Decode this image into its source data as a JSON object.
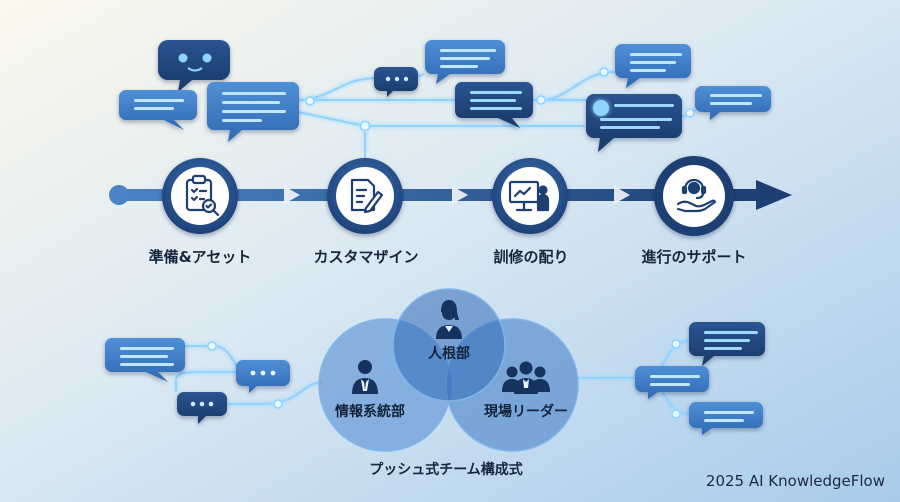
{
  "steps": [
    {
      "label": "準備&アセット",
      "icon": "clipboard-check-icon"
    },
    {
      "label": "カスタマザイン",
      "icon": "document-pen-icon"
    },
    {
      "label": "訓修の配り",
      "icon": "presentation-screen-icon"
    },
    {
      "label": "進行のサポート",
      "icon": "headset-support-icon"
    }
  ],
  "venn": {
    "top": "人根部",
    "left": "情報系統部",
    "right": "現場リーダー",
    "caption": "プッシュ式チーム構成式"
  },
  "credit": "2025 AI KnowledgeFlow",
  "colors": {
    "dark_blue": "#1d3f73",
    "mid_blue": "#2f65a9",
    "light_blue": "#4d8fd6",
    "glow": "#8fd3ff",
    "background_start": "#fbf8ec",
    "background_end": "#a9cbea"
  }
}
